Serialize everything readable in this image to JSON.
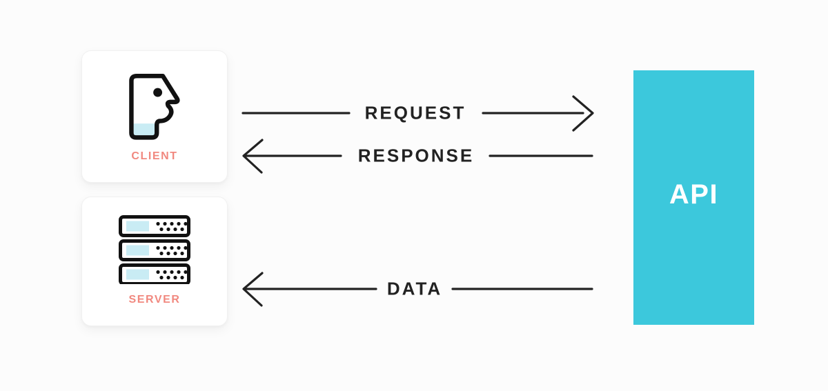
{
  "diagram": {
    "client_card": {
      "label": "CLIENT",
      "icon": "person-profile-icon"
    },
    "server_card": {
      "label": "SERVER",
      "icon": "server-stack-icon"
    },
    "api_box": {
      "label": "API"
    },
    "arrows": {
      "request": {
        "label": "REQUEST",
        "from": "client",
        "to": "api",
        "direction": "right"
      },
      "response": {
        "label": "RESPONSE",
        "from": "api",
        "to": "client",
        "direction": "left"
      },
      "data": {
        "label": "DATA",
        "from": "api",
        "to": "server",
        "direction": "left"
      }
    },
    "colors": {
      "accent_cyan": "#3cc8dc",
      "accent_coral": "#f1887f",
      "icon_blue": "#c9ecf4",
      "line_dark": "#222222"
    }
  }
}
